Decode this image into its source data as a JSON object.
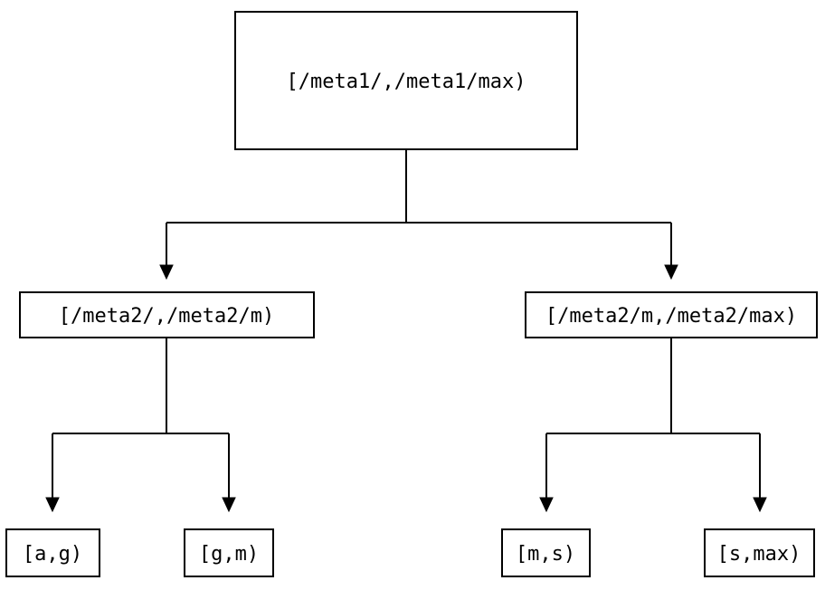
{
  "diagram": {
    "type": "tree",
    "colors": {
      "background": "#ffffff",
      "stroke": "#000000",
      "text": "#000000"
    },
    "nodes": {
      "root": {
        "label": "[/meta1/,/meta1/max)"
      },
      "left": {
        "label": "[/meta2/,/meta2/m)"
      },
      "right": {
        "label": "[/meta2/m,/meta2/max)"
      },
      "leaf_ag": {
        "label": "[a,g)"
      },
      "leaf_gm": {
        "label": "[g,m)"
      },
      "leaf_ms": {
        "label": "[m,s)"
      },
      "leaf_smax": {
        "label": "[s,max)"
      }
    },
    "edges": [
      {
        "from": "root",
        "to": "left"
      },
      {
        "from": "root",
        "to": "right"
      },
      {
        "from": "left",
        "to": "leaf_ag"
      },
      {
        "from": "left",
        "to": "leaf_gm"
      },
      {
        "from": "right",
        "to": "leaf_ms"
      },
      {
        "from": "right",
        "to": "leaf_smax"
      }
    ]
  }
}
